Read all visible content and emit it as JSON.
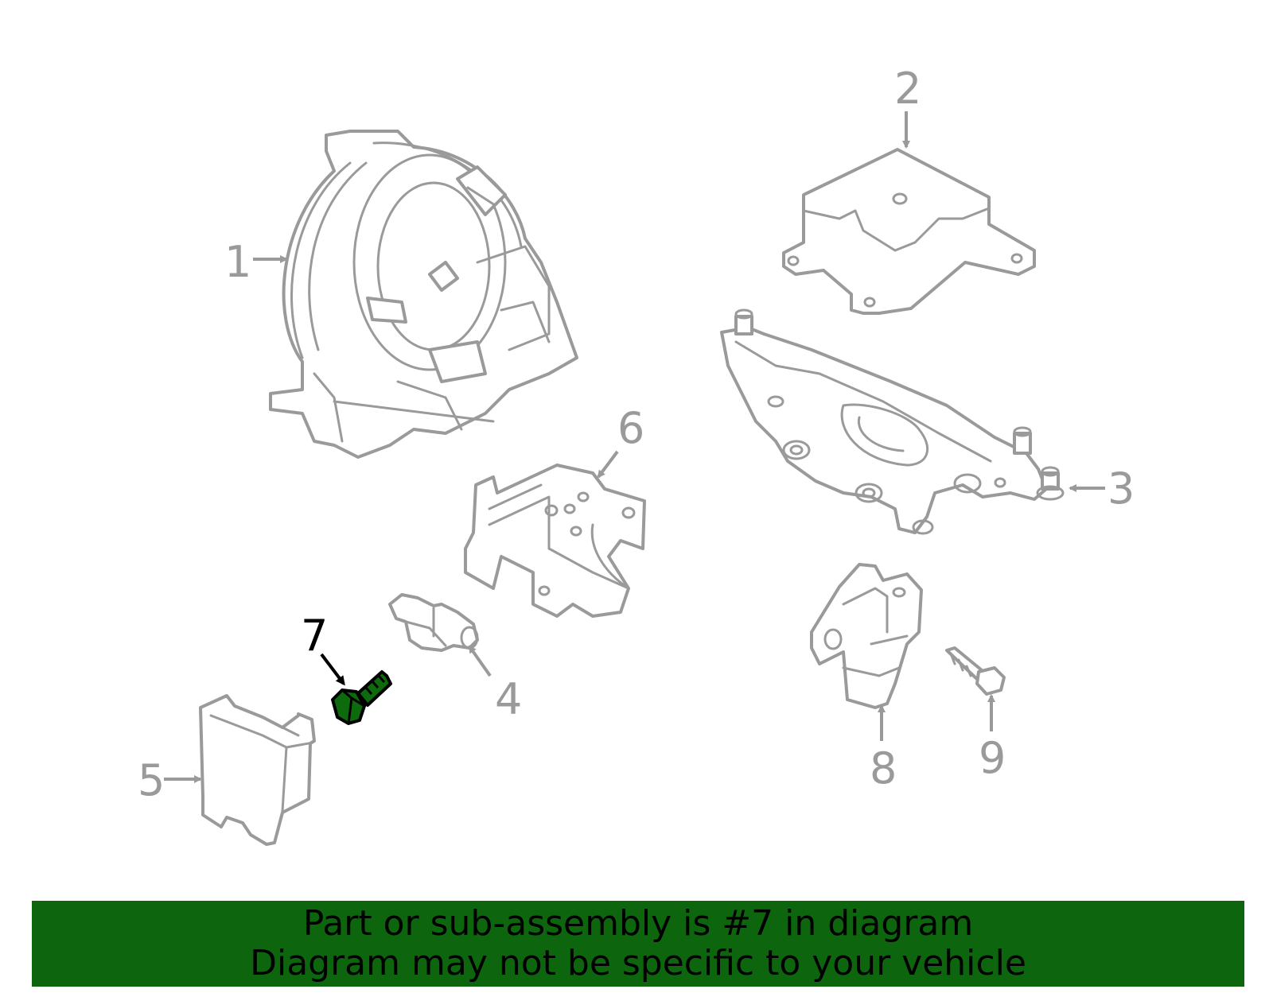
{
  "callouts": [
    {
      "num": "1",
      "part": "clockspring"
    },
    {
      "num": "2",
      "part": "control-module"
    },
    {
      "num": "3",
      "part": "module-bracket"
    },
    {
      "num": "4",
      "part": "impact-sensor"
    },
    {
      "num": "5",
      "part": "sensor-module"
    },
    {
      "num": "6",
      "part": "sensor-bracket"
    },
    {
      "num": "7",
      "part": "bolt",
      "highlighted": true
    },
    {
      "num": "8",
      "part": "side-sensor"
    },
    {
      "num": "9",
      "part": "bolt"
    }
  ],
  "colors": {
    "part_outline": "#9a9a9a",
    "highlight_fill": "#0d6b0d",
    "banner_bg": "#0d650d"
  },
  "banner": {
    "line1": "Part or sub-assembly is #7 in diagram",
    "line2": "Diagram may not be specific to your vehicle"
  }
}
